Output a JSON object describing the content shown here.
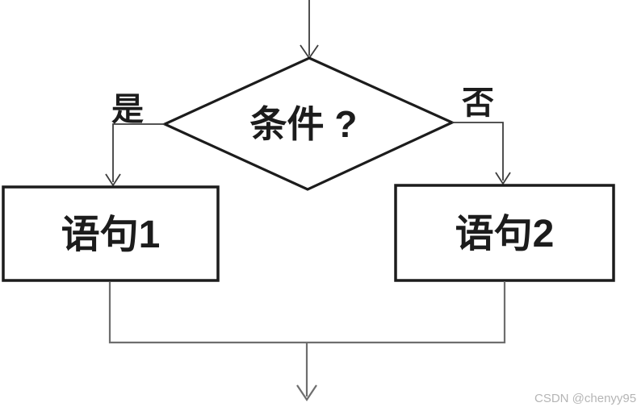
{
  "diagram": {
    "type": "flowchart-if-else",
    "decision": {
      "label": "条件 ?",
      "shape": "diamond"
    },
    "branch_yes": {
      "label": "是"
    },
    "branch_no": {
      "label": "否"
    },
    "box1": {
      "label": "语句1",
      "shape": "rectangle"
    },
    "box2": {
      "label": "语句2",
      "shape": "rectangle"
    }
  },
  "watermark": {
    "text": "CSDN @chenyy95"
  },
  "colors": {
    "background": "#ffffff",
    "shape_outline": "#1c1c1c",
    "shape_fill": "#ffffff",
    "connector": "#3d3d3d",
    "merge_line": "#6e6e6e",
    "text": "#1c1c1c",
    "watermark": "#b5b5b5"
  }
}
